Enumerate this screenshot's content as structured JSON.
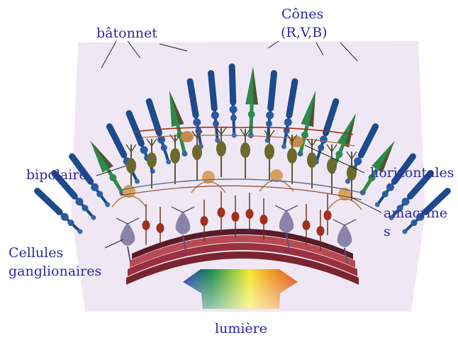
{
  "labels": {
    "batonnet": "bâtonnet",
    "cones_line1": "Cônes",
    "cones_line2": "(R,V,B)",
    "bipolaire": "bipolaire",
    "horizontales": "horizontales",
    "amacrines_line1": "amacrine",
    "amacrines_line2": "s",
    "ganglion_line1": "Cellules",
    "ganglion_line2": "ganglionaires",
    "lumiere": "lumière"
  },
  "colors": {
    "label_text": "#2a2aa0",
    "rod": "#1c4a8a",
    "cone": "#2e8a4a",
    "cone_dark": "#6a2a20",
    "bipolar": "#6b6a2a",
    "horizontal": "#c88a4a",
    "amacrine": "#d8a060",
    "ganglion": "#8a84a8",
    "red_cell": "#a0301c",
    "background_tissue": "#efe8f4",
    "membrane": "#7a2430"
  },
  "spectrum": [
    "#1a3aa8",
    "#1a8a4a",
    "#9ac83a",
    "#f4e82a",
    "#f0a020",
    "#e04a18"
  ]
}
